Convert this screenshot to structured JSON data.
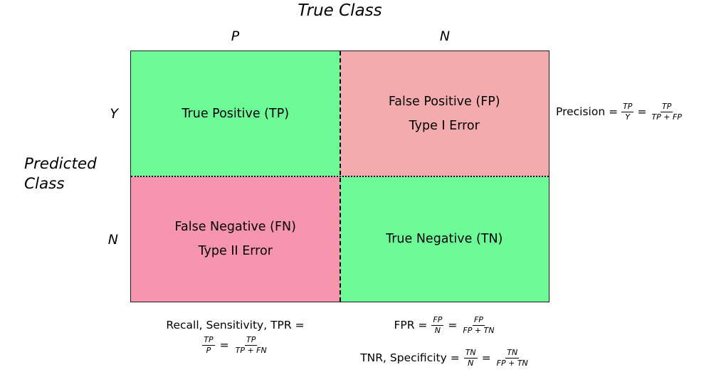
{
  "figure": {
    "background": "#ffffff",
    "text_color": "#000000",
    "matrix_border_color": "#1a1a1a",
    "green": "#6efa96",
    "pink_light": "#f4abae",
    "pink_dark": "#f794ae"
  },
  "axes": {
    "true_class_title": "True Class",
    "predicted_class_line1": "Predicted",
    "predicted_class_line2": "Class",
    "col_headers": {
      "p": "P",
      "n": "N"
    },
    "row_headers": {
      "y": "Y",
      "n": "N"
    }
  },
  "cells": {
    "tp": {
      "label": "True Positive (TP)",
      "color": "#6efa96"
    },
    "fp": {
      "label": "False Positive (FP)",
      "sublabel": "Type I Error",
      "color": "#f4abae"
    },
    "fn": {
      "label": "False Negative (FN)",
      "sublabel": "Type II Error",
      "color": "#f794ae"
    },
    "tn": {
      "label": "True Negative (TN)",
      "color": "#6efa96"
    }
  },
  "formulas": {
    "precision": {
      "label": "Precision =",
      "frac1_num": "TP",
      "frac1_den": "Y",
      "equals": "=",
      "frac2_num": "TP",
      "frac2_den": "TP + FP"
    },
    "recall": {
      "label": "Recall, Sensitivity, TPR =",
      "frac1_num": "TP",
      "frac1_den": "P",
      "equals": "=",
      "frac2_num": "TP",
      "frac2_den": "TP + FN"
    },
    "fpr": {
      "label": "FPR =",
      "frac1_num": "FP",
      "frac1_den": "N",
      "equals": "=",
      "frac2_num": "FP",
      "frac2_den": "FP + TN"
    },
    "tnr": {
      "label": "TNR, Specificity =",
      "frac1_num": "TN",
      "frac1_den": "N",
      "equals": "=",
      "frac2_num": "TN",
      "frac2_den": "FP + TN"
    }
  }
}
